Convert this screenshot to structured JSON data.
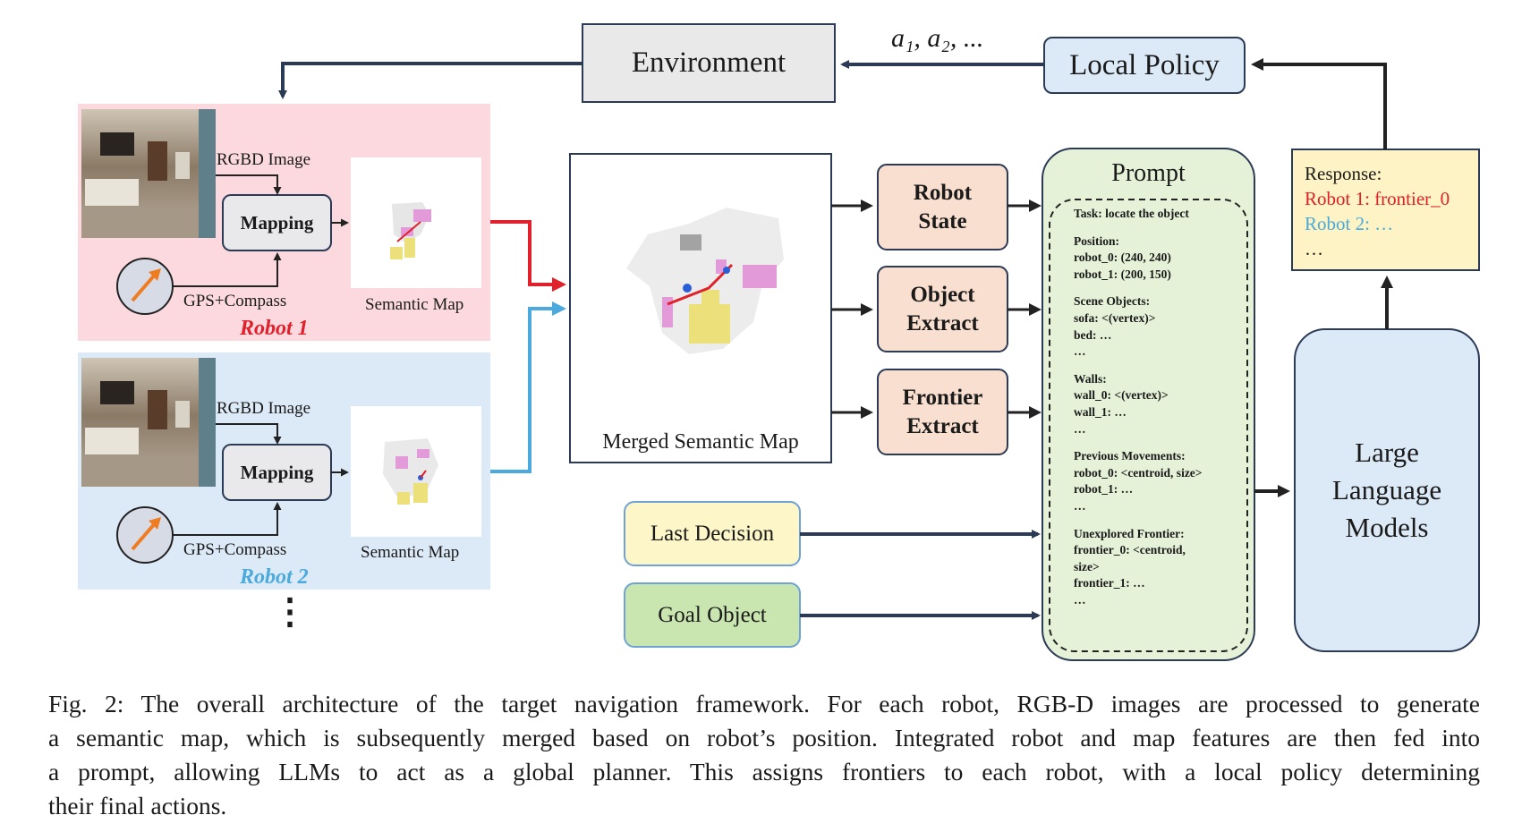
{
  "environment": {
    "label": "Environment"
  },
  "local_policy": {
    "label": "Local Policy",
    "actions": "a₁, a₂, ..."
  },
  "robots": [
    {
      "name": "Robot 1",
      "rgbd": "RGBD Image",
      "mapping": "Mapping",
      "gps": "GPS+Compass",
      "semantic_map": "Semantic Map",
      "color": "#e0202a",
      "panel_color": "#fbd9df"
    },
    {
      "name": "Robot 2",
      "rgbd": "RGBD Image",
      "mapping": "Mapping",
      "gps": "GPS+Compass",
      "semantic_map": "Semantic Map",
      "color": "#4aa9dd",
      "panel_color": "#dce9f6"
    }
  ],
  "ellipsis_vertical": "⋮",
  "merged_map": {
    "label": "Merged Semantic Map"
  },
  "extractors": [
    {
      "line1": "Robot",
      "line2": "State"
    },
    {
      "line1": "Object",
      "line2": "Extract"
    },
    {
      "line1": "Frontier",
      "line2": "Extract"
    }
  ],
  "last_decision": {
    "label": "Last Decision"
  },
  "goal_object": {
    "label": "Goal Object"
  },
  "prompt": {
    "title": "Prompt",
    "task": "Task: locate the object",
    "position_header": "Position:",
    "position_lines": [
      "robot_0: (240, 240)",
      "robot_1: (200, 150)"
    ],
    "scene_header": "Scene Objects:",
    "scene_lines": [
      "sofa: <(vertex)>",
      "bed: …",
      "…"
    ],
    "walls_header": "Walls:",
    "walls_lines": [
      "wall_0: <(vertex)>",
      "wall_1: …",
      "…"
    ],
    "prev_header": "Previous Movements:",
    "prev_lines": [
      "robot_0: <centroid, size>",
      "robot_1: …",
      "…"
    ],
    "frontier_header": "Unexplored Frontier:",
    "frontier_lines": [
      "frontier_0: <centroid,",
      "size>",
      "frontier_1: …",
      "…"
    ]
  },
  "llm": {
    "line1": "Large",
    "line2": "Language",
    "line3": "Models"
  },
  "response": {
    "header": "Response:",
    "line1": "Robot 1: frontier_0",
    "line2": "Robot 2: …",
    "line3": "…"
  },
  "caption": {
    "lines": [
      "Fig. 2: The overall architecture of the target navigation framework. For each robot, RGB-D images are processed to generate",
      "a semantic map, which is subsequently merged based on robot’s position. Integrated robot and map features are then fed into",
      "a prompt, allowing LLMs to act as a global planner. This assigns frontiers to each robot, with a local policy determining",
      "their final actions."
    ]
  },
  "colors": {
    "arrow_dark": "#2b3a55",
    "arrow_black": "#222222",
    "robot1_arrow": "#e0202a",
    "robot2_arrow": "#4aa9dd",
    "extract_fill": "#f9dfcf",
    "prompt_fill": "#e5f2d8",
    "llm_fill": "#dce9f6",
    "last_decision_fill": "#fdf6c8",
    "goal_fill": "#c9e6b0",
    "response_fill": "#fdf3c4",
    "environment_fill": "#e9e9ea",
    "local_policy_fill": "#dce9f6"
  }
}
